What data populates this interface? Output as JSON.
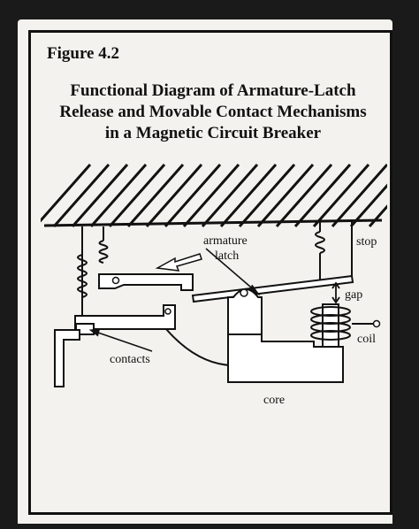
{
  "figure": {
    "label": "Figure 4.2",
    "title_lines": [
      "Functional Diagram of Armature-Latch",
      "Release and Movable Contact Mechanisms",
      "in a Magnetic Circuit Breaker"
    ]
  },
  "diagram": {
    "labels": {
      "armature": "armature",
      "latch": "latch",
      "stop": "stop",
      "gap": "gap",
      "coil": "coil",
      "contacts": "contacts",
      "core": "core"
    }
  }
}
